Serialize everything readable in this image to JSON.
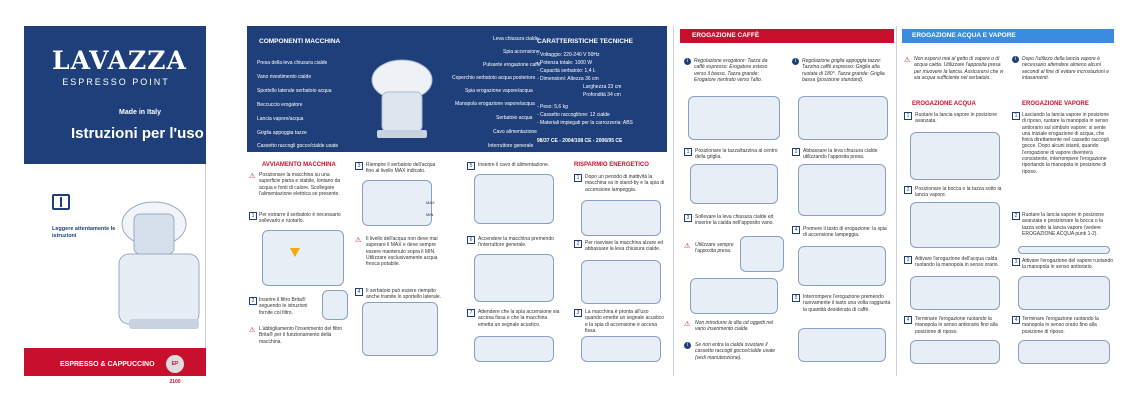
{
  "cover": {
    "brand": "LAVAZZA",
    "brand_sub": "ESPRESSO POINT",
    "made_in": "Made in Italy",
    "title": "Istruzioni per l'uso",
    "read_notice": "Leggere attentamente le istruzioni",
    "footer": "ESPRESSO & CAPPUCCINO",
    "badge": "EP 2100"
  },
  "components": {
    "heading": "COMPONENTI MACCHINA",
    "labels_left": [
      "Presa della leva chiusura cialde",
      "Vano rivestimento cialde",
      "Sportello laterale serbatoio acqua",
      "Beccuccio erogatore",
      "Lancia vapore/acqua",
      "Griglia appoggia tazze",
      "Cassetto raccogli gocce/cialde usate"
    ],
    "labels_right": [
      "Leva chiusura cialde",
      "Spia accensione",
      "Pulsante erogazione caffè",
      "Coperchio serbatoio acqua posteriore",
      "Spia erogazione vapore/acqua",
      "Manopola erogazione vapore/acqua",
      "Serbatoio acqua",
      "Cavo alimentazione",
      "Interruttore generale"
    ]
  },
  "specs": {
    "heading": "CARATTERISTICHE TECNICHE",
    "lines": [
      "- Voltaggio: 220-240 V 50Hz",
      "- Potenza totale: 1000 W",
      "- Capacità serbatoio: 1,4 L",
      "- Dimensioni: Altezza 36 cm",
      "Larghezza 23 cm",
      "Profondità 34 cm",
      "- Peso: 5,6 kg",
      "- Cassetto raccoglitore: 12 cialde",
      "- Materiali impiegati per la carrozzeria: ABS"
    ],
    "ce": "98/37 CE - 2004/108 CE - 2006/95 CE"
  },
  "avviamento": {
    "heading": "AVVIAMENTO MACCHINA",
    "warn1": "Posizionare la macchina su una superficie piana e stabile, lontano da acqua e fonti di calore. Scollegare l'alimentazione elettrica se presente.",
    "step1": "Per estrarre il serbatoio è necessario sollevarlo e ruotarlo.",
    "step2": "Inserire il filtro Brita® seguendo le istruzioni fornite col filtro.",
    "warn2": "L'abbigliamento l'inserimento del filtro Brita® per il funzionamento della macchina.",
    "step3": "Riempire il serbatoio dell'acqua fino al livello MAX indicato.",
    "warn3": "Il livello dell'acqua non deve mai superare il MAX e deve sempre essere mantenuto sopra il MIN. Utilizzare esclusivamente acqua fresca potabile.",
    "step4": "Il serbatoio può essere riempito anche tramite lo sportello laterale.",
    "step5": "Inserire il cavo di alimentazione.",
    "step6": "Accendere la macchina premendo l'interruttore generale.",
    "step7": "Attendere che la spia accensione sia accesa fissa e che la macchina emetta un segnale acustico.",
    "max": "MAX",
    "min": "MIN"
  },
  "risparmio": {
    "heading": "RISPARMIO ENERGETICO",
    "step1": "Dopo un periodo di inattività la macchina va in stand-by e la spia di accensione lampeggia.",
    "step2": "Per riavviare la macchina alzare ed abbassare la leva chiusura cialde.",
    "step3": "La macchina è pronta all'uso quando emette un segnale acustico e la spia di accensione è accesa fissa."
  },
  "caffe": {
    "heading": "EROGAZIONE CAFFÈ",
    "info1": "Regolazione erogatore: Tazza da caffè espresso: Erogatore esteso verso il basso. Tazza grande: Erogatore rientrato verso l'alto.",
    "info2": "Regolazione griglia appoggia tazze: Tazzina caffè espresso: Griglia alta ruotata di 180°. Tazza grande: Griglia bassa (posizione standard).",
    "step1": "Posizionare la tazza/tazzina al centro della griglia.",
    "step2": "Abbassare la leva chiusura cialde utilizzando l'apposita presa.",
    "step3": "Sollevare la leva chiusura cialde ed inserire la cialda nell'apposito vano.",
    "warn1": "Utilizzare sempre l'apposita presa.",
    "step4": "Premere il tasto di erogazione: la spia di accensione lampeggia.",
    "step5": "Interrompere l'erogazione premendo nuovamente il tasto una volta raggiunta la quantità desiderata di caffè.",
    "warn2": "Non introdurre le dita od oggetti nel vano inserimento cialde.",
    "info3": "Se non entra la cialda svuotare il cassetto raccogli gocce/cialde usate (vedi manutenzione)."
  },
  "acqua_vapore": {
    "heading": "EROGAZIONE ACQUA E VAPORE",
    "warn1": "Non esporsi mai al getto di vapore o di acqua calda. Utilizzare l'apposita presa per muovere la lancia. Assicurarsi che vi sia acqua sufficiente nel serbatoio.",
    "info1": "Dopo l'utilizzo della lancia vapore è necessario attendere almeno alcuni secondi al fine di evitare incrostazioni e intasamenti.",
    "acqua_heading": "EROGAZIONE ACQUA",
    "vapore_heading": "EROGAZIONE VAPORE",
    "a1": "Ruotare la lancia vapore in posizione avanzata.",
    "a2": "Posizionare la bocca o la tazza sotto la lancia vapore.",
    "a3": "Attivare l'erogazione dell'acqua calda ruotando la manopola in senso orario.",
    "a4": "Terminare l'erogazione ruotando la manopola in senso antiorario fino alla posizione di riposo.",
    "v1": "Lasciando la lancia vapore in posizione di riposo, ruotare la manopola in senso antiorario sul simbolo vapore: si sente una iniziale erogazione di acqua, che finirà direttamente nel cassetto raccogli gocce. Dopo alcuni istanti, quando l'erogazione di vapore diventerà consistente, interrompere l'erogazione riportando la manopola in posizione di riposo.",
    "v2": "Ruotare la lancia vapore in posizione avanzata e posizionare la bocca o la tazza sotto la lancia vapore (vedere EROGAZIONE ACQUA punti 1-2).",
    "v3": "Attivare l'erogazione del vapore ruotando la manopola in senso antiorario.",
    "v4": "Terminare l'erogazione ruotando la manopola in senso orario fino alla posizione di riposo."
  },
  "colors": {
    "navy": "#1f3f7a",
    "red": "#c8102e",
    "cyan": "#3a8dde",
    "amber": "#f2a900"
  }
}
